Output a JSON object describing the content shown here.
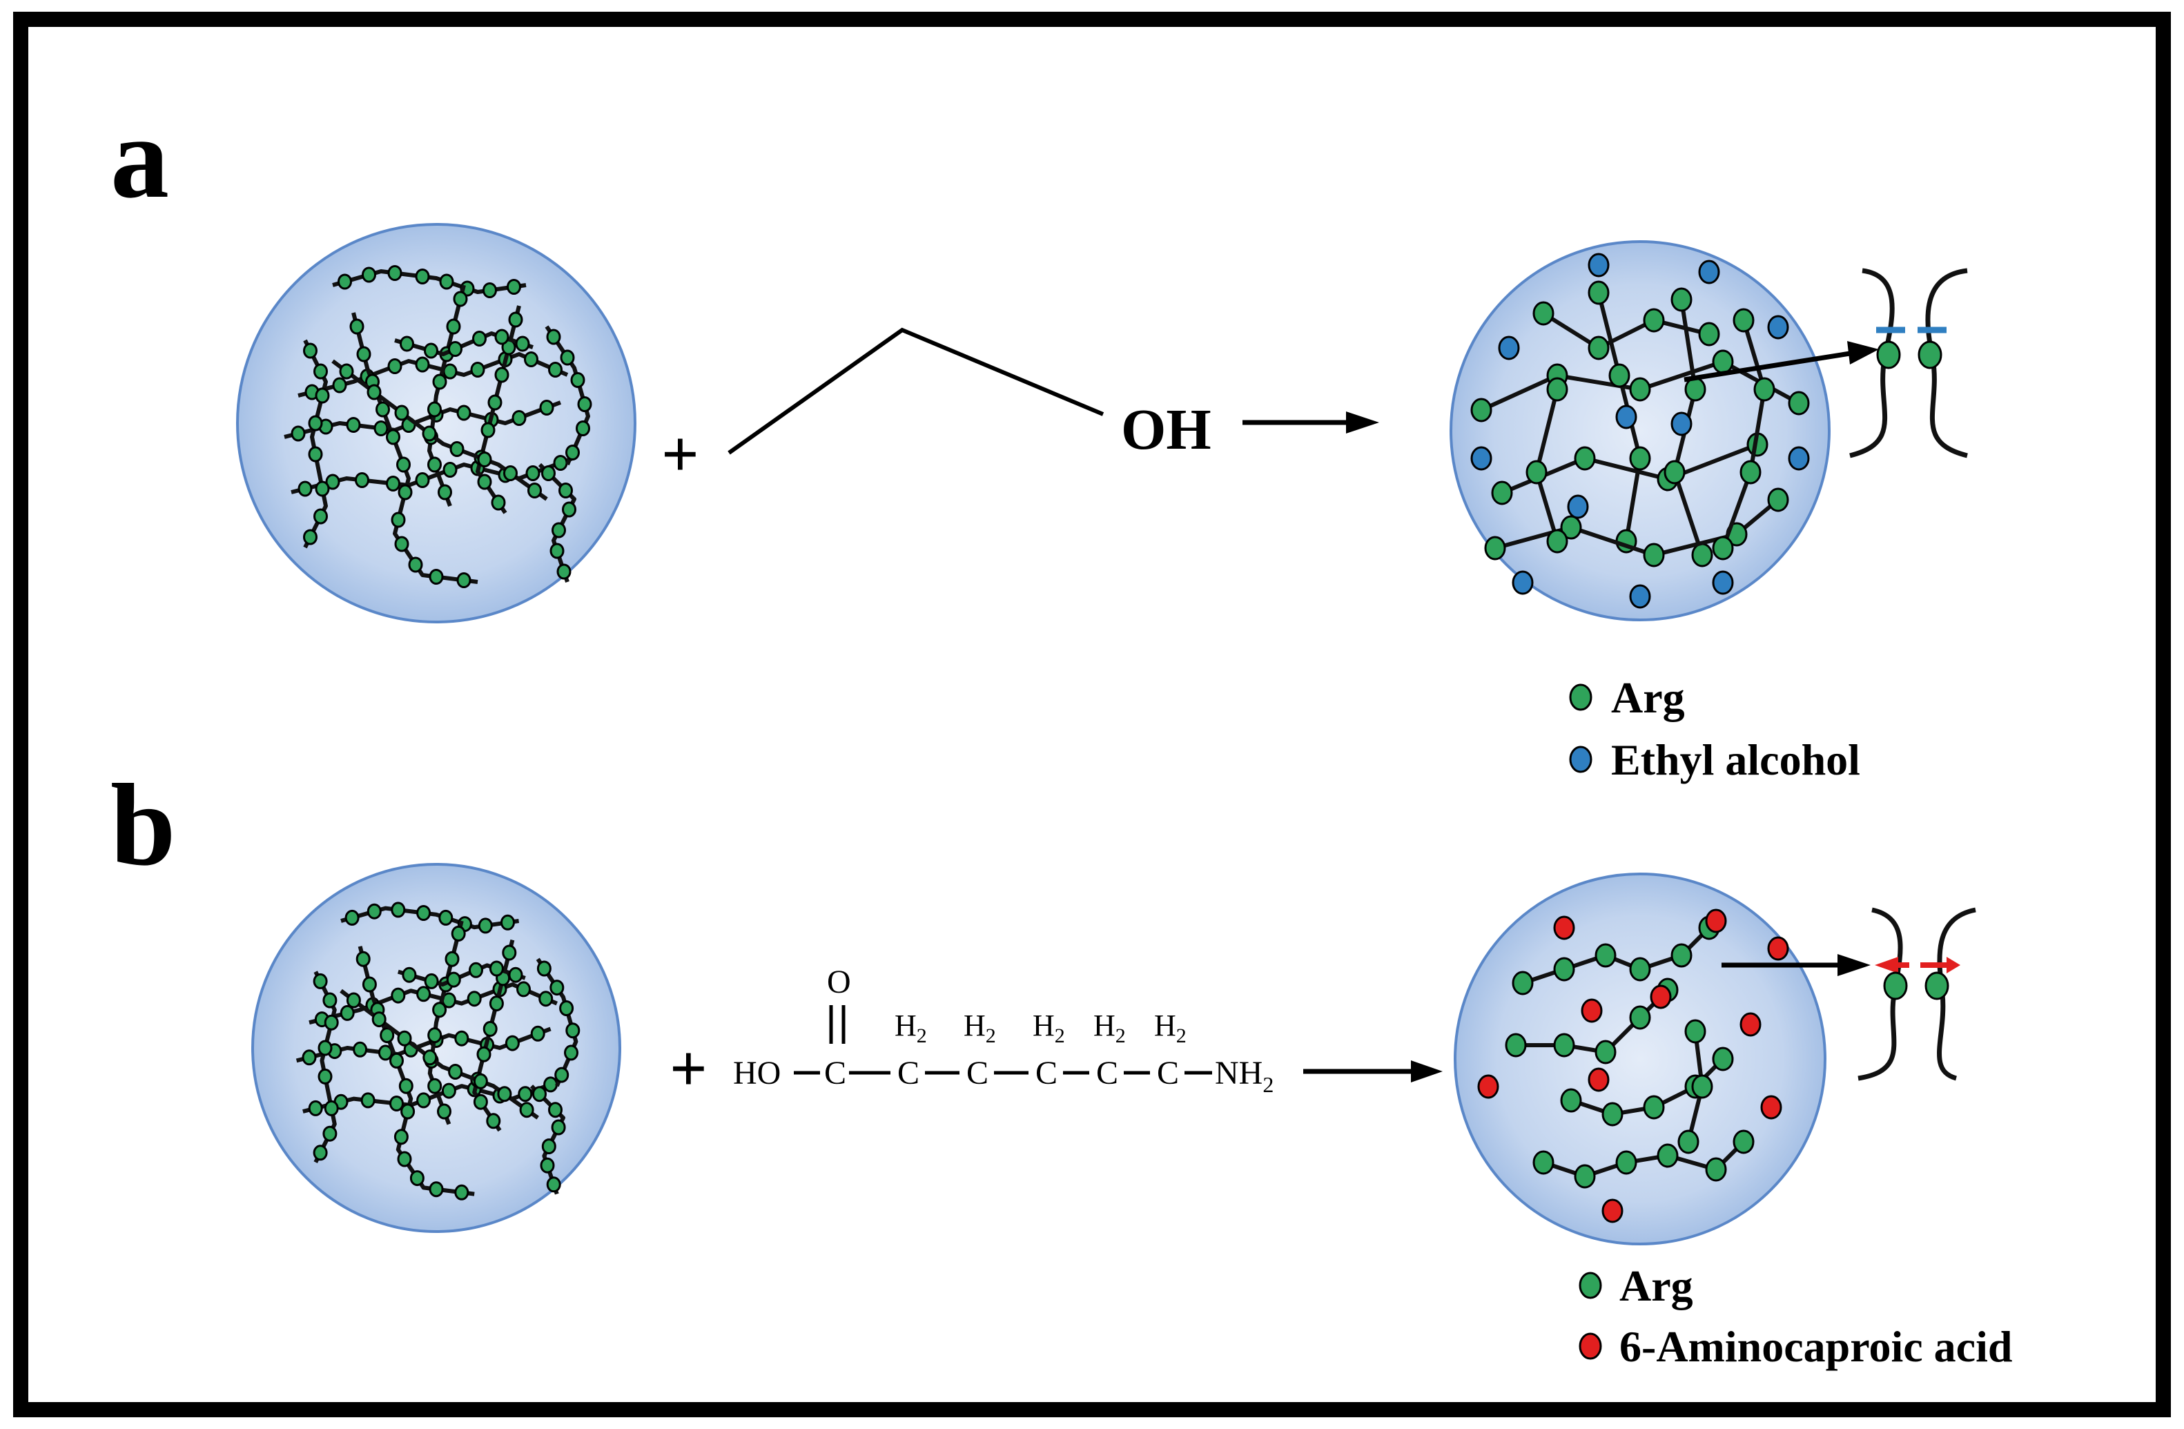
{
  "colors": {
    "frame": "#000000",
    "sphere_center": "#e3ebf7",
    "sphere_edge": "#9dbbe3",
    "sphere_stroke": "#5a87c8",
    "arg": "#2fa35a",
    "ethyl_alcohol": "#2f7fc1",
    "aminocaproic": "#e21f1f",
    "chain": "#111111"
  },
  "panel_a": {
    "label": "a",
    "plus": "+",
    "reagent_oh": "OH",
    "legend": [
      {
        "marker": "arg",
        "label": "Arg"
      },
      {
        "marker": "ethyl_alcohol",
        "label": "Ethyl alcohol"
      }
    ]
  },
  "panel_b": {
    "label": "b",
    "plus": "+",
    "formula": {
      "ho": "HO",
      "o": "O",
      "c": "C",
      "h2_base": "H",
      "h2_sub": "2",
      "nh2_base": "NH",
      "nh2_sub": "2"
    },
    "legend": [
      {
        "marker": "arg",
        "label": "Arg"
      },
      {
        "marker": "aminocaproic",
        "label": "6-Aminocaproic acid"
      }
    ]
  }
}
